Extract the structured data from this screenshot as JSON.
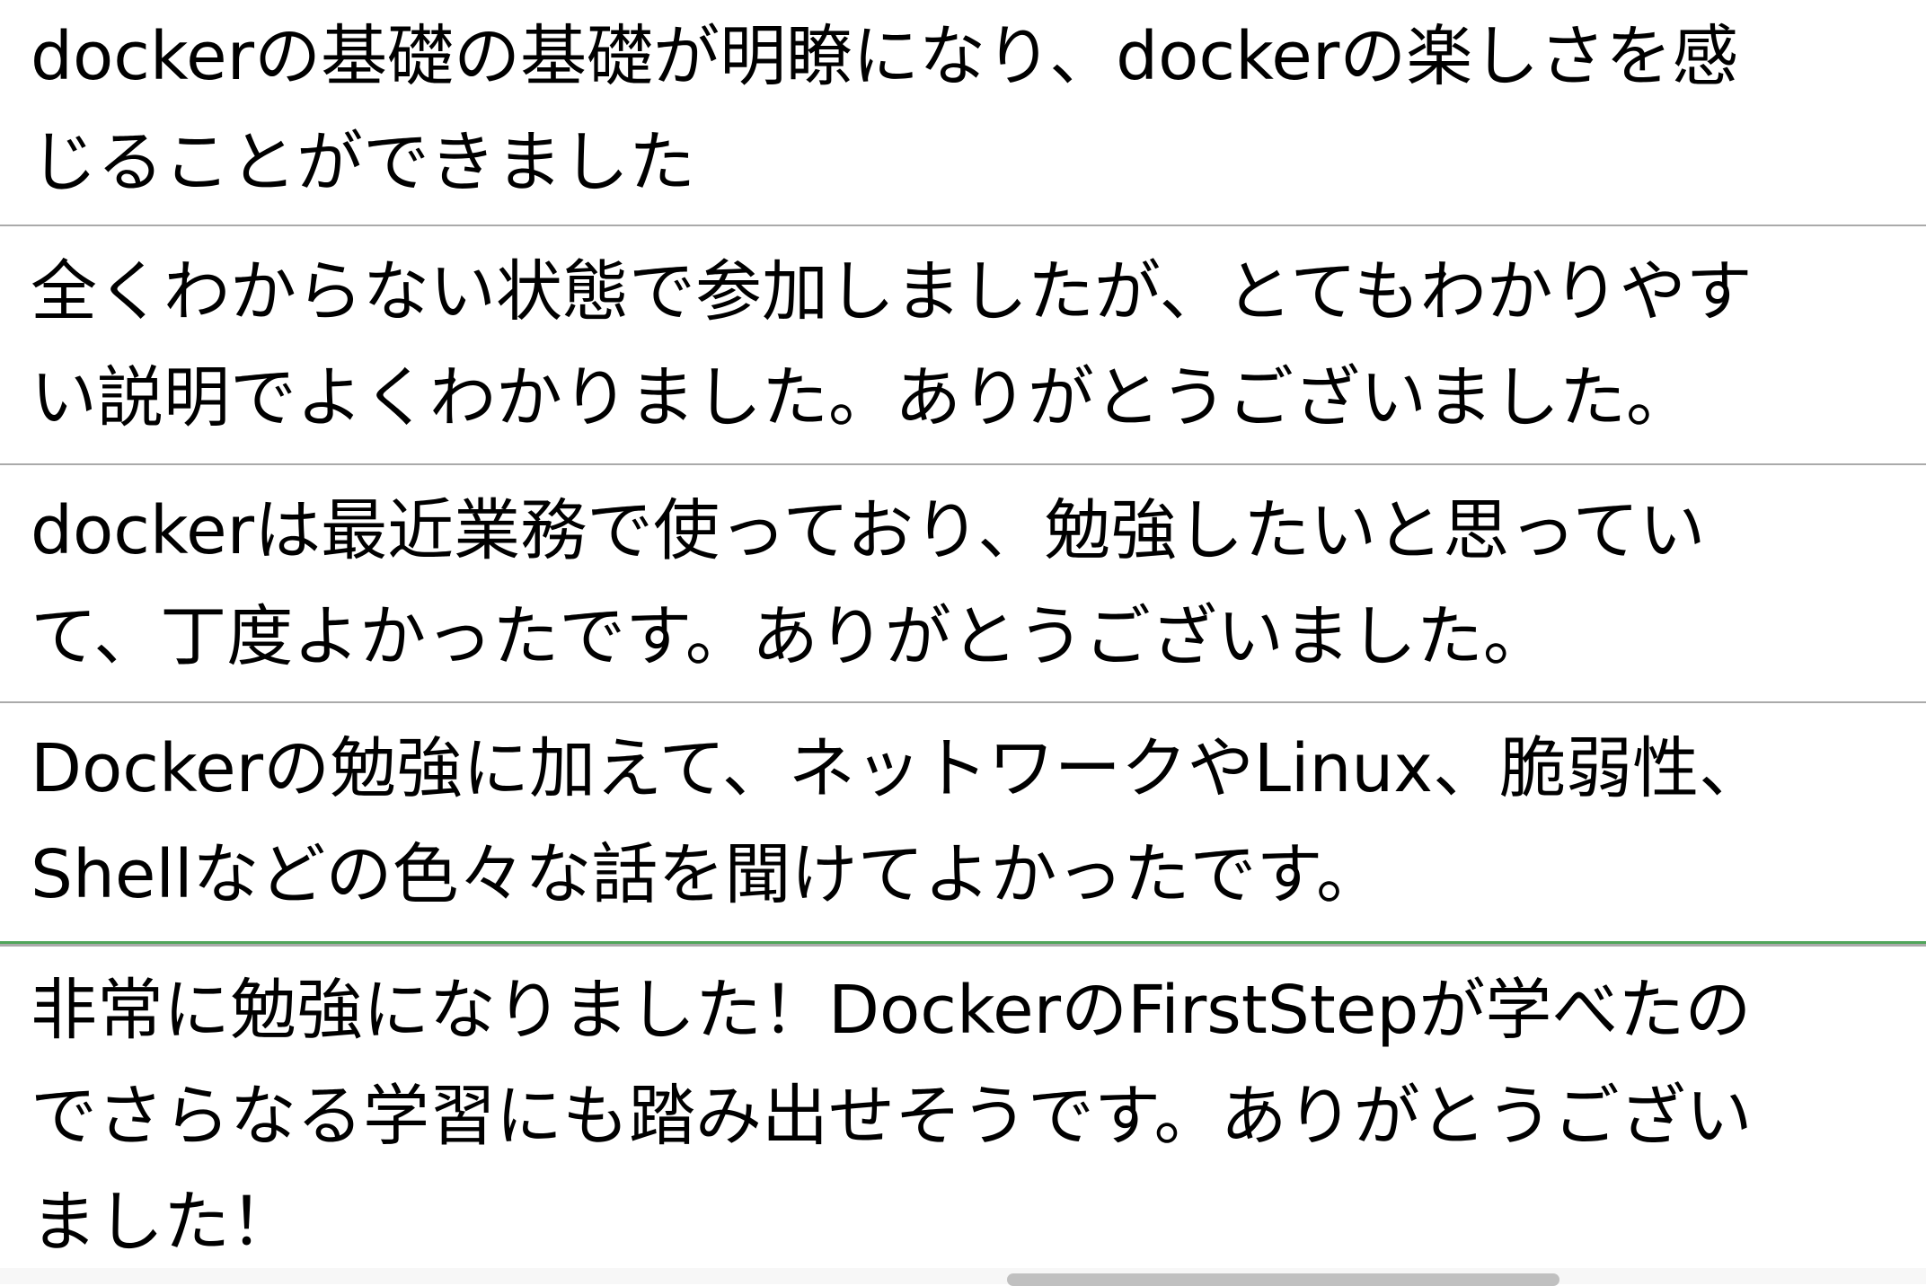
{
  "comments": [
    {
      "lines": [
        "dockerの基礎の基礎が明瞭になり、dockerの楽しさを感",
        "じることができました"
      ]
    },
    {
      "lines": [
        "全くわからない状態で参加しましたが、とてもわかりやす",
        "い説明でよくわかりました。ありがとうございました。"
      ]
    },
    {
      "lines": [
        "dockerは最近業務で使っており、勉強したいと思ってい",
        "て、丁度よかったです。ありがとうございました。"
      ]
    },
    {
      "lines": [
        "Dockerの勉強に加えて、ネットワークやLinux、脆弱性、",
        "Shellなどの色々な話を聞けてよかったです。"
      ]
    },
    {
      "lines": [
        "非常に勉強になりました！DockerのFirstStepが学べたの",
        "でさらなる学習にも踏み出せそうです。ありがとうござい",
        "ました！"
      ]
    }
  ],
  "colors": {
    "divider": "#aaaaaa",
    "selected_divider": "#4fa55a",
    "scrollbar_thumb": "#c0c0c0"
  }
}
